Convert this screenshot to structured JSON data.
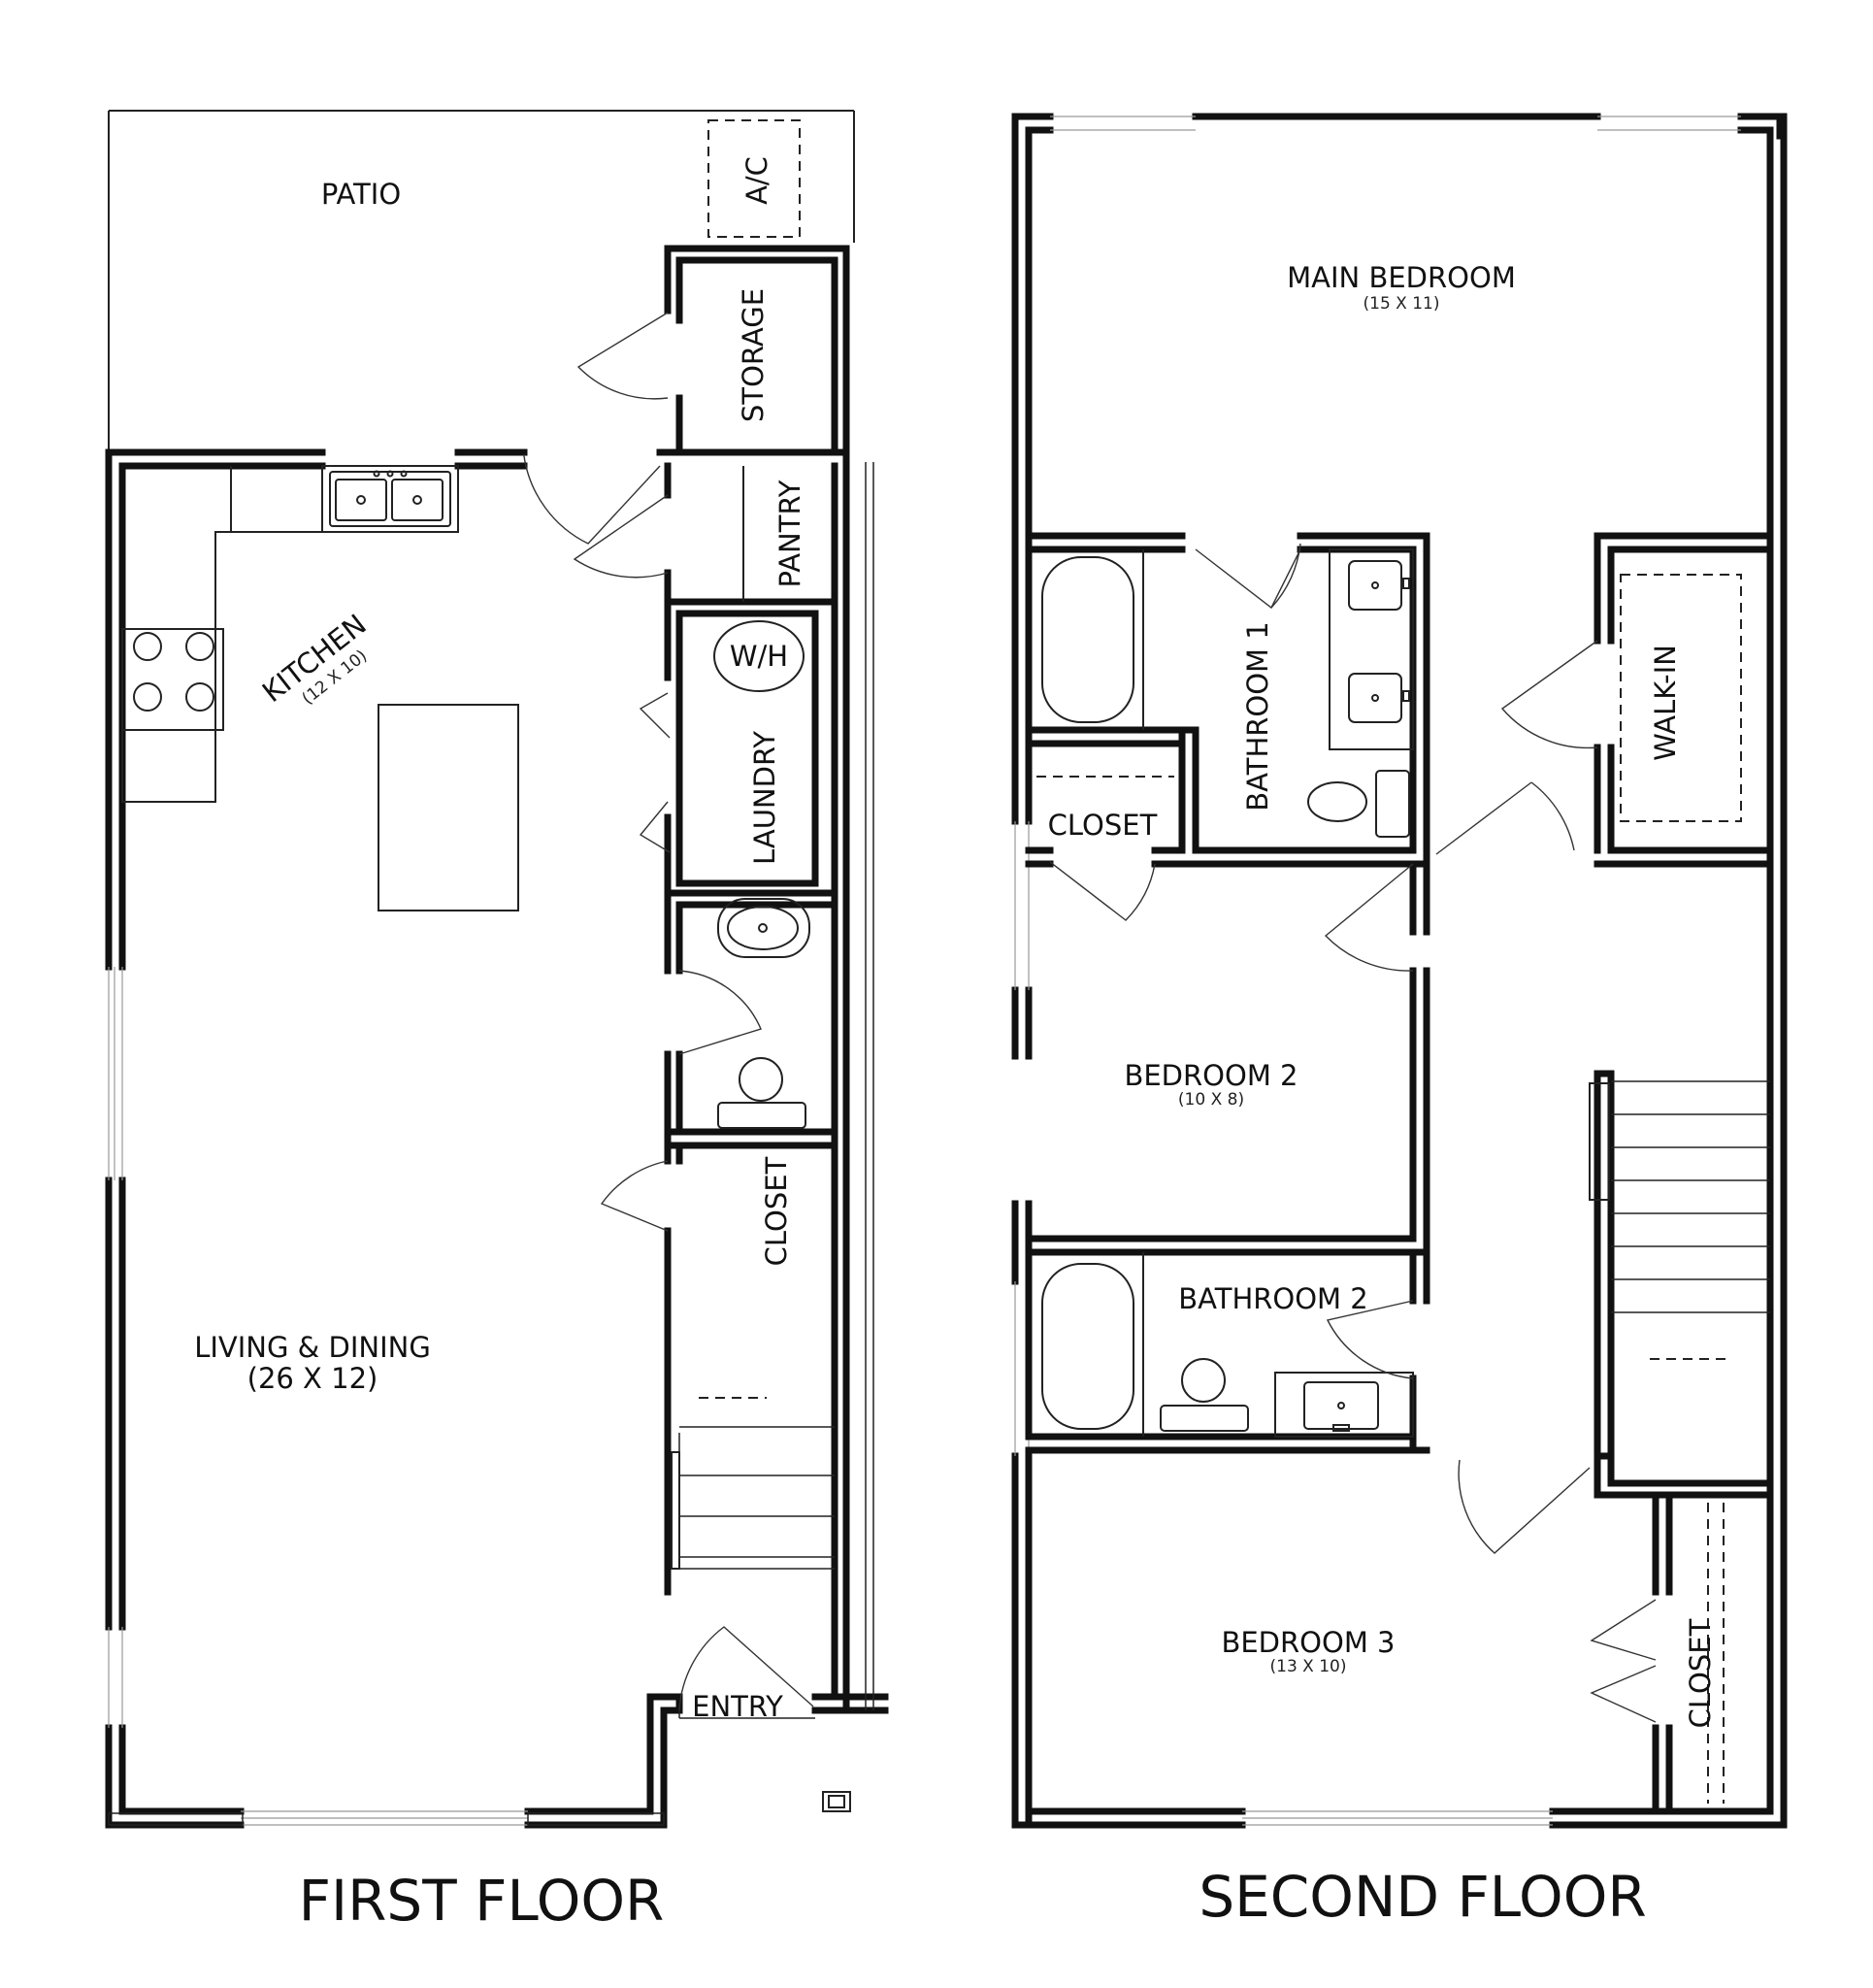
{
  "floors": [
    {
      "title": "FIRST FLOOR",
      "rooms": [
        {
          "label": "PATIO",
          "size": ""
        },
        {
          "label": "A/C",
          "size": ""
        },
        {
          "label": "STORAGE",
          "size": ""
        },
        {
          "label": "PANTRY",
          "size": ""
        },
        {
          "label": "KITCHEN",
          "size": "(12 X 10)"
        },
        {
          "label": "W/H",
          "size": ""
        },
        {
          "label": "LAUNDRY",
          "size": ""
        },
        {
          "label": "CLOSET",
          "size": ""
        },
        {
          "label": "LIVING & DINING",
          "size": "(26 X 12)"
        },
        {
          "label": "ENTRY",
          "size": ""
        }
      ]
    },
    {
      "title": "SECOND FLOOR",
      "rooms": [
        {
          "label": "MAIN BEDROOM",
          "size": "(15 X 11)"
        },
        {
          "label": "BATHROOM 1",
          "size": ""
        },
        {
          "label": "WALK-IN",
          "size": ""
        },
        {
          "label": "CLOSET",
          "size": ""
        },
        {
          "label": "BEDROOM 2",
          "size": "(10 X 8)"
        },
        {
          "label": "BATHROOM 2",
          "size": ""
        },
        {
          "label": "BEDROOM 3",
          "size": "(13 X 10)"
        },
        {
          "label": "CLOSET",
          "size": ""
        }
      ]
    }
  ]
}
